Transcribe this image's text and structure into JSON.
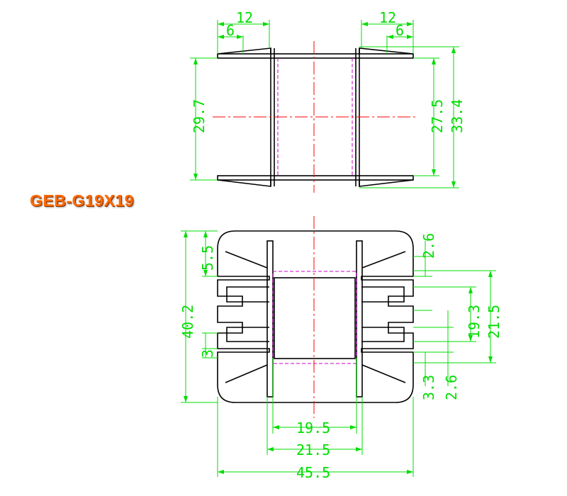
{
  "title": "GEB-G19X19",
  "colors": {
    "outline": "#000000",
    "dimension": "#00dd00",
    "centerline": "#ff0000",
    "hidden": "#cc00cc",
    "title": "#ff6a00"
  },
  "dimensions": {
    "top_left_12": "12",
    "top_left_6": "6",
    "top_right_12": "12",
    "top_right_6": "6",
    "left_29_7": "29.7",
    "right_27_5": "27.5",
    "right_33_4": "33.4",
    "left_5_5": "5.5",
    "left_40_2": "40.2",
    "left_3": "3",
    "right_2_6_top": "2.6",
    "right_19_3": "19.3",
    "right_21_5": "21.5",
    "right_3_3": "3.3",
    "right_2_6_bottom": "2.6",
    "bottom_19_5": "19.5",
    "bottom_21_5": "21.5",
    "bottom_45_5": "45.5"
  }
}
